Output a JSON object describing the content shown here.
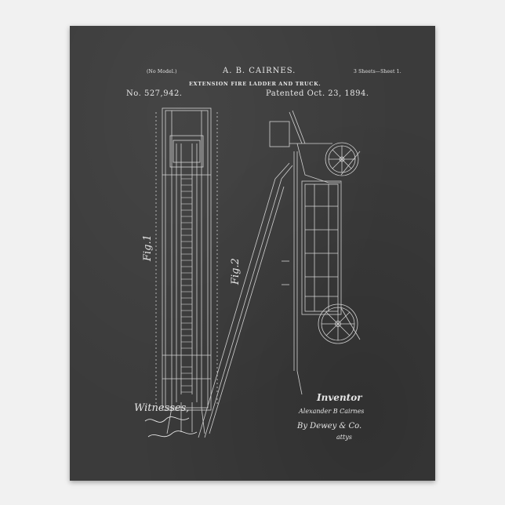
{
  "poster": {
    "no_model": "(No Model.)",
    "inventor_name": "A. B. CAIRNES.",
    "sheets": "3 Sheets—Sheet 1.",
    "title": "EXTENSION FIRE LADDER AND TRUCK.",
    "patent_no": "No. 527,942.",
    "patented": "Patented Oct. 23, 1894.",
    "fig1_label": "Fig.1",
    "fig2_label": "Fig.2",
    "witnesses_label": "Witnesses,",
    "inventor_label": "Inventor",
    "inventor_signature": "Alexander B Cairnes",
    "attorney_signature": "By Dewey & Co.",
    "attorney_suffix": "attys",
    "colors": {
      "board": "#3b3b3b",
      "chalk": "#e6e6e6",
      "wall": "#f1f1f1"
    }
  }
}
